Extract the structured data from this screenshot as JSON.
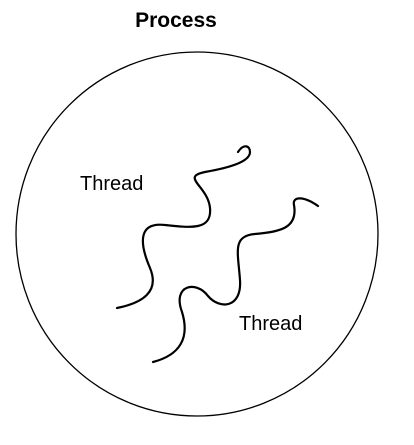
{
  "title": "Process",
  "threads": [
    {
      "label": "Thread"
    },
    {
      "label": "Thread"
    }
  ],
  "colors": {
    "stroke": "#000000",
    "background": "#ffffff"
  }
}
